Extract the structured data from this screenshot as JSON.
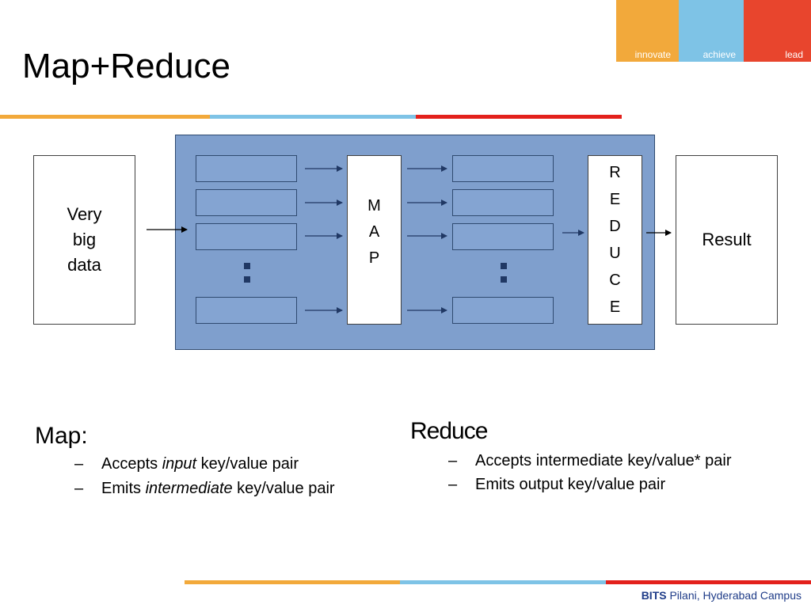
{
  "slide": {
    "title": "Map+Reduce",
    "logo": {
      "segments": [
        "innovate",
        "achieve",
        "lead"
      ],
      "colors": [
        "#f2a93b",
        "#7ec3e6",
        "#e8452d"
      ]
    },
    "accent_colors": {
      "orange": "#f2a93b",
      "blue": "#7ec3e6",
      "red": "#e3211c"
    }
  },
  "diagram": {
    "input_label": "Very\nbig\ndata",
    "map_letters": [
      "M",
      "A",
      "P"
    ],
    "reduce_letters": [
      "R",
      "E",
      "D",
      "U",
      "C",
      "E"
    ],
    "result_label": "Result",
    "panel_color": "#7f9fcd"
  },
  "map_section": {
    "heading": "Map:",
    "bullets": [
      {
        "dash": "–",
        "before": "Accepts ",
        "em": "input",
        "after": " key/value pair"
      },
      {
        "dash": "–",
        "before": "Emits ",
        "em": "intermediate",
        "after": " key/value pair"
      }
    ]
  },
  "reduce_section": {
    "heading": "Reduce",
    "bullets": [
      {
        "dash": "–",
        "text": "Accepts intermediate key/value* pair"
      },
      {
        "dash": "–",
        "text": "Emits output key/value pair"
      }
    ]
  },
  "footer": {
    "brand": "BITS",
    "campus": " Pilani, Hyderabad Campus"
  }
}
